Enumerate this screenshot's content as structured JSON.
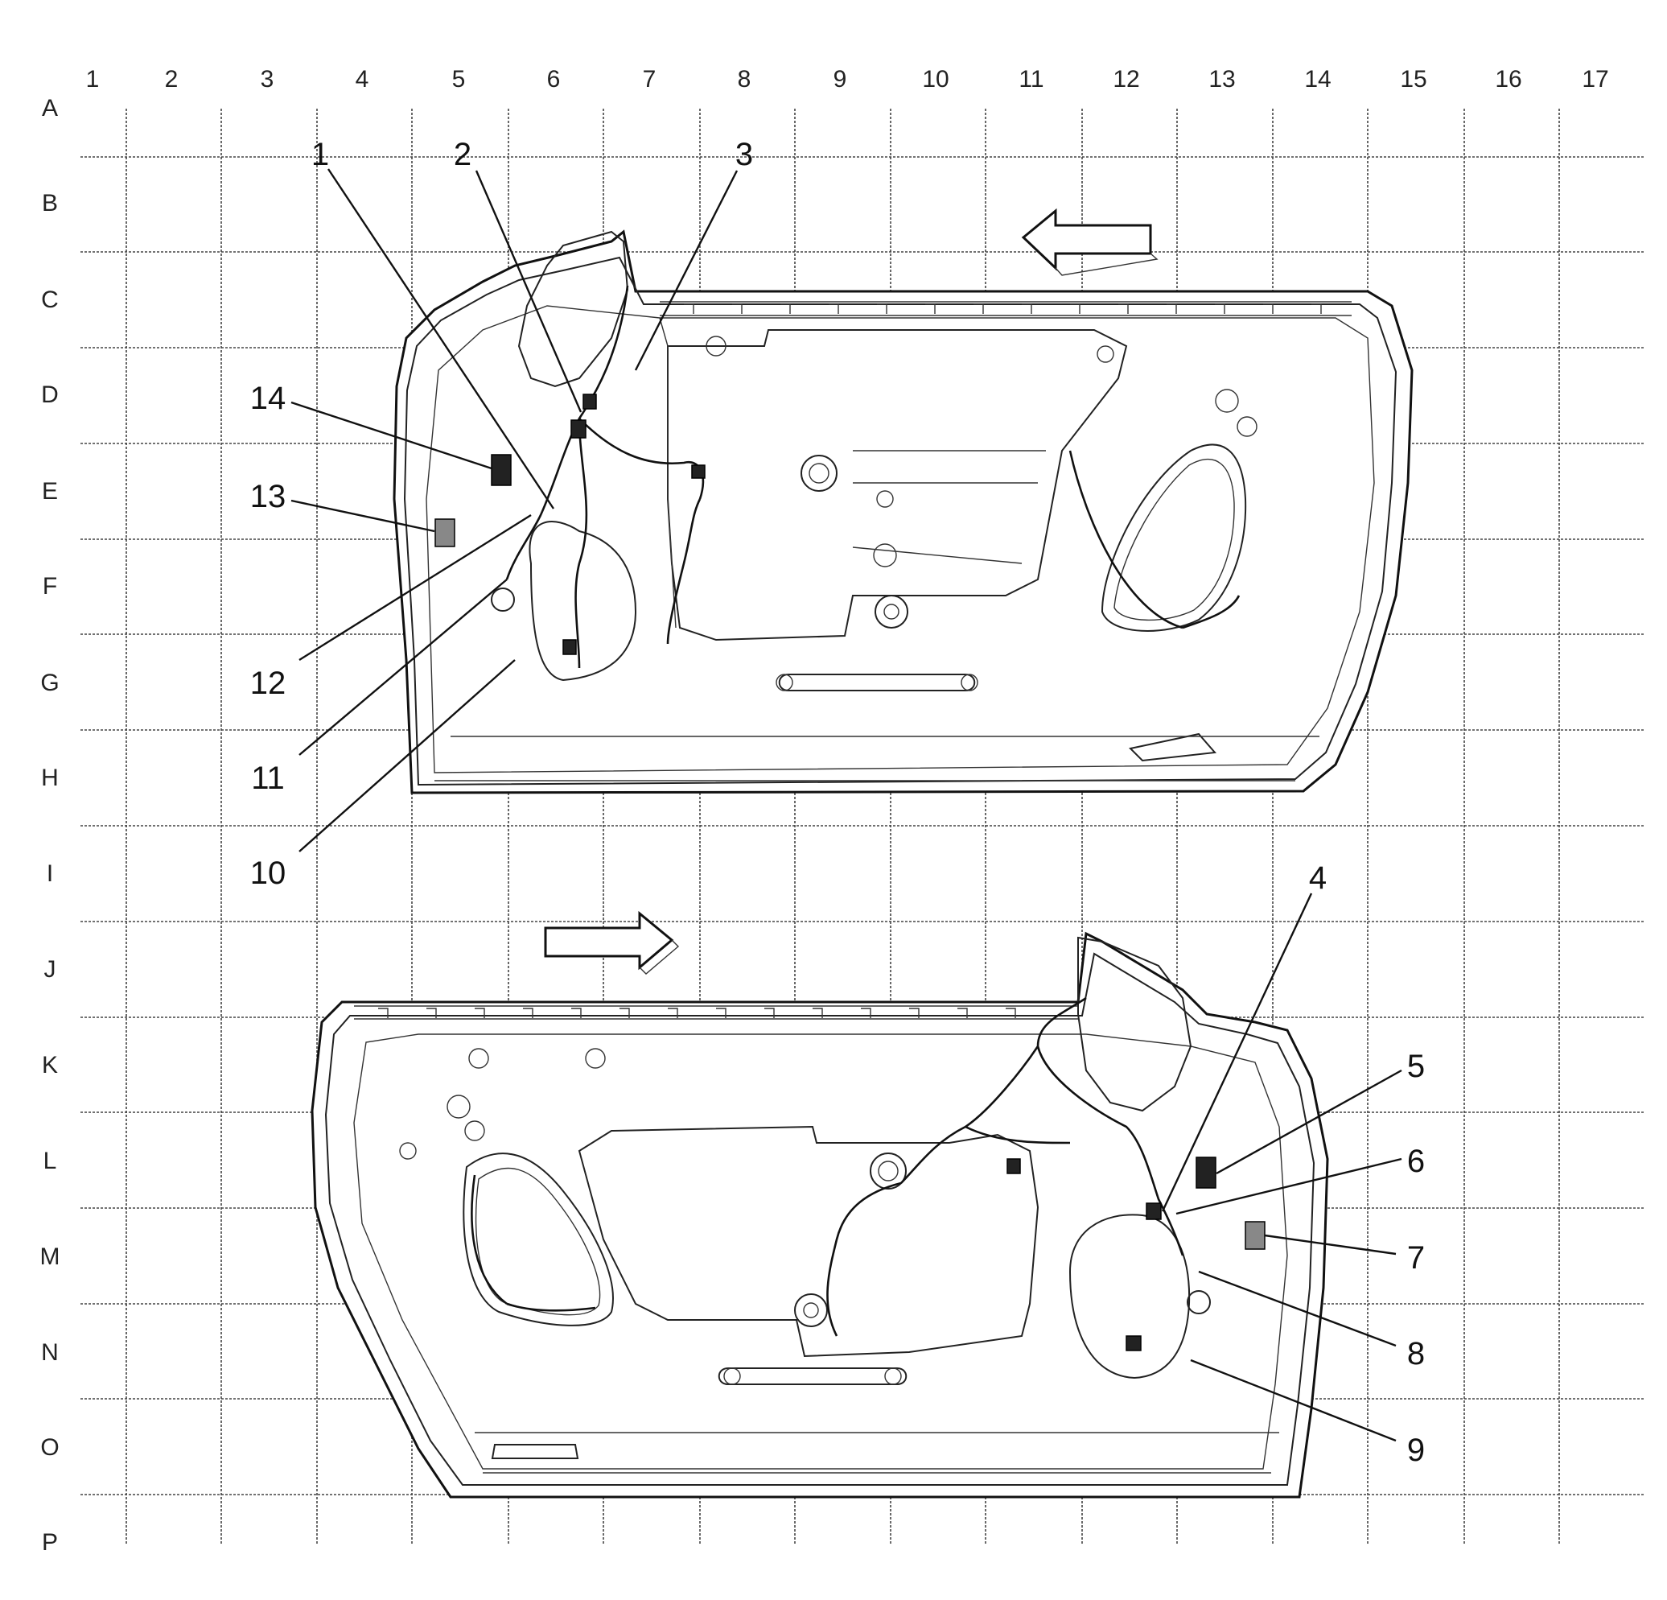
{
  "grid": {
    "columns": [
      "1",
      "2",
      "3",
      "4",
      "5",
      "6",
      "7",
      "8",
      "9",
      "10",
      "11",
      "12",
      "13",
      "14",
      "15",
      "16",
      "17"
    ],
    "rows": [
      "A",
      "B",
      "C",
      "D",
      "E",
      "F",
      "G",
      "H",
      "I",
      "J",
      "K",
      "L",
      "M",
      "N",
      "O",
      "P"
    ]
  },
  "callouts": [
    "1",
    "2",
    "3",
    "4",
    "5",
    "6",
    "7",
    "8",
    "9",
    "10",
    "11",
    "12",
    "13",
    "14"
  ],
  "icons": {
    "direction_arrow_top": "left-arrow-icon",
    "direction_arrow_bottom": "right-arrow-icon"
  },
  "colors": {
    "ink": "#111111",
    "paper": "#ffffff"
  }
}
